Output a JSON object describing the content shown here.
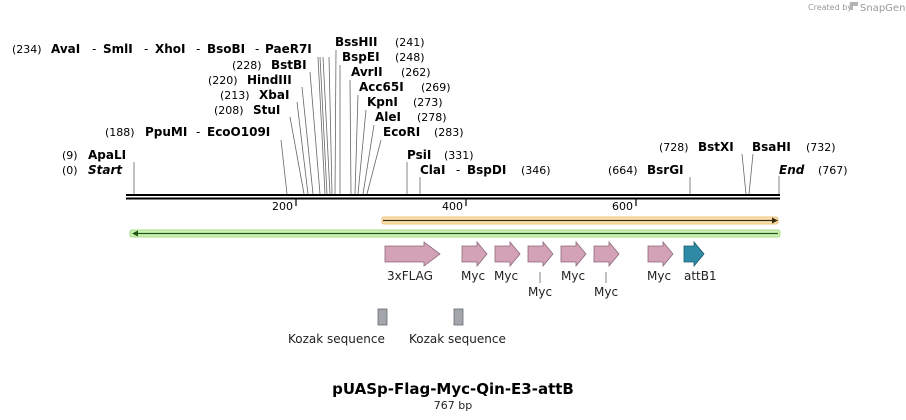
{
  "brand": {
    "created_by": "Created by",
    "name": "SnapGene"
  },
  "title": "pUASp-Flag-Myc-Qin-E3-attB",
  "length_label": "767 bp",
  "sequence_length": 767,
  "ruler_ticks": [
    "200",
    "400",
    "600"
  ],
  "ends": {
    "start": {
      "pos": "(0)",
      "name": "Start"
    },
    "end": {
      "pos": "(767)",
      "name": "End"
    }
  },
  "sites": {
    "apali": {
      "pos": "(9)",
      "name": "ApaLI"
    },
    "ppumi": {
      "pos": "(188)",
      "name": "PpuMI"
    },
    "ecoo109i": {
      "name": "EcoO109I"
    },
    "stui": {
      "pos": "(208)",
      "name": "StuI"
    },
    "xbai": {
      "pos": "(213)",
      "name": "XbaI"
    },
    "hindiii": {
      "pos": "(220)",
      "name": "HindIII"
    },
    "bstbi": {
      "pos": "(228)",
      "name": "BstBI"
    },
    "avai": {
      "pos": "(234)",
      "name": "AvaI"
    },
    "smli": {
      "name": "SmlI"
    },
    "xhoi": {
      "name": "XhoI"
    },
    "bsobi": {
      "name": "BsoBI"
    },
    "paer7i": {
      "name": "PaeR7I"
    },
    "bsshii": {
      "name": "BssHII",
      "pos": "(241)"
    },
    "bspei": {
      "name": "BspEI",
      "pos": "(248)"
    },
    "avrii": {
      "name": "AvrII",
      "pos": "(262)"
    },
    "acc65i": {
      "name": "Acc65I",
      "pos": "(269)"
    },
    "kpni": {
      "name": "KpnI",
      "pos": "(273)"
    },
    "alei": {
      "name": "AleI",
      "pos": "(278)"
    },
    "ecori": {
      "name": "EcoRI",
      "pos": "(283)"
    },
    "psii": {
      "name": "PsiI",
      "pos": "(331)"
    },
    "clai": {
      "name": "ClaI"
    },
    "bspdi": {
      "name": "BspDI",
      "pos": "(346)"
    },
    "bsrgi": {
      "pos": "(664)",
      "name": "BsrGI"
    },
    "bstxi": {
      "pos": "(728)",
      "name": "BstXI"
    },
    "bsahi": {
      "name": "BsaHI",
      "pos": "(732)"
    }
  },
  "separator": "-",
  "features": {
    "flag": "3xFLAG",
    "myc1": "Myc",
    "myc2": "Myc",
    "myc3": "Myc",
    "myc4": "Myc",
    "myc5": "Myc",
    "myc6": "Myc",
    "attb1": "attB1",
    "kozak1": "Kozak sequence",
    "kozak2": "Kozak sequence"
  },
  "colors": {
    "feature_pink": "#d4a2b6",
    "attb_teal": "#2f8aa6",
    "kozak_gray": "#a4a6ad",
    "orf_orange": "#f7c46a",
    "orf_green": "#8fd46a",
    "brand_gray": "#9a9a9a"
  }
}
